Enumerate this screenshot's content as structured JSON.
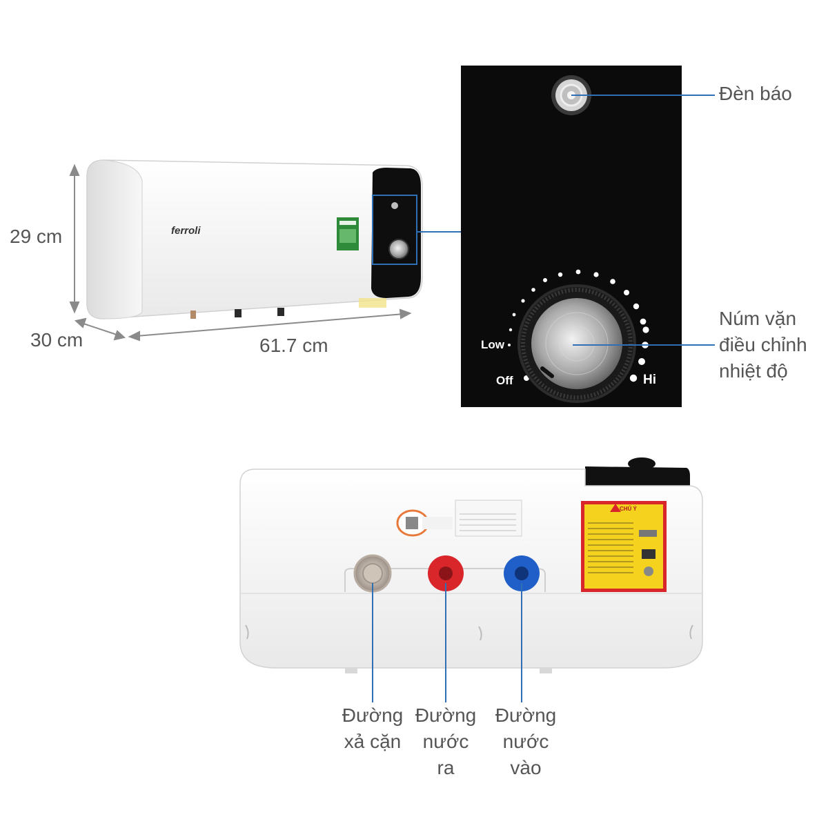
{
  "brand": "ferroli",
  "dimensions": {
    "height": "29 cm",
    "depth": "30 cm",
    "width": "61.7 cm"
  },
  "panel": {
    "indicator_label": "Đèn báo",
    "knob_label": [
      "Núm vặn",
      "điều chỉnh",
      "nhiệt độ"
    ],
    "dial_low": "Low",
    "dial_off": "Off",
    "dial_hi": "Hi"
  },
  "connections": {
    "drain": [
      "Đường",
      "xả cặn"
    ],
    "outlet": [
      "Đường",
      "nước",
      "ra"
    ],
    "inlet": [
      "Đường",
      "nước",
      "vào"
    ]
  },
  "warning_label": "CHÚ Ý",
  "colors": {
    "callout_line": "#2f6fb5",
    "outlet_cap": "#d8262b",
    "inlet_cap": "#1f5fc7",
    "warning_bg": "#f5d21e",
    "panel_bg": "#0b0b0b",
    "energy_label": "#2e8b3a"
  }
}
